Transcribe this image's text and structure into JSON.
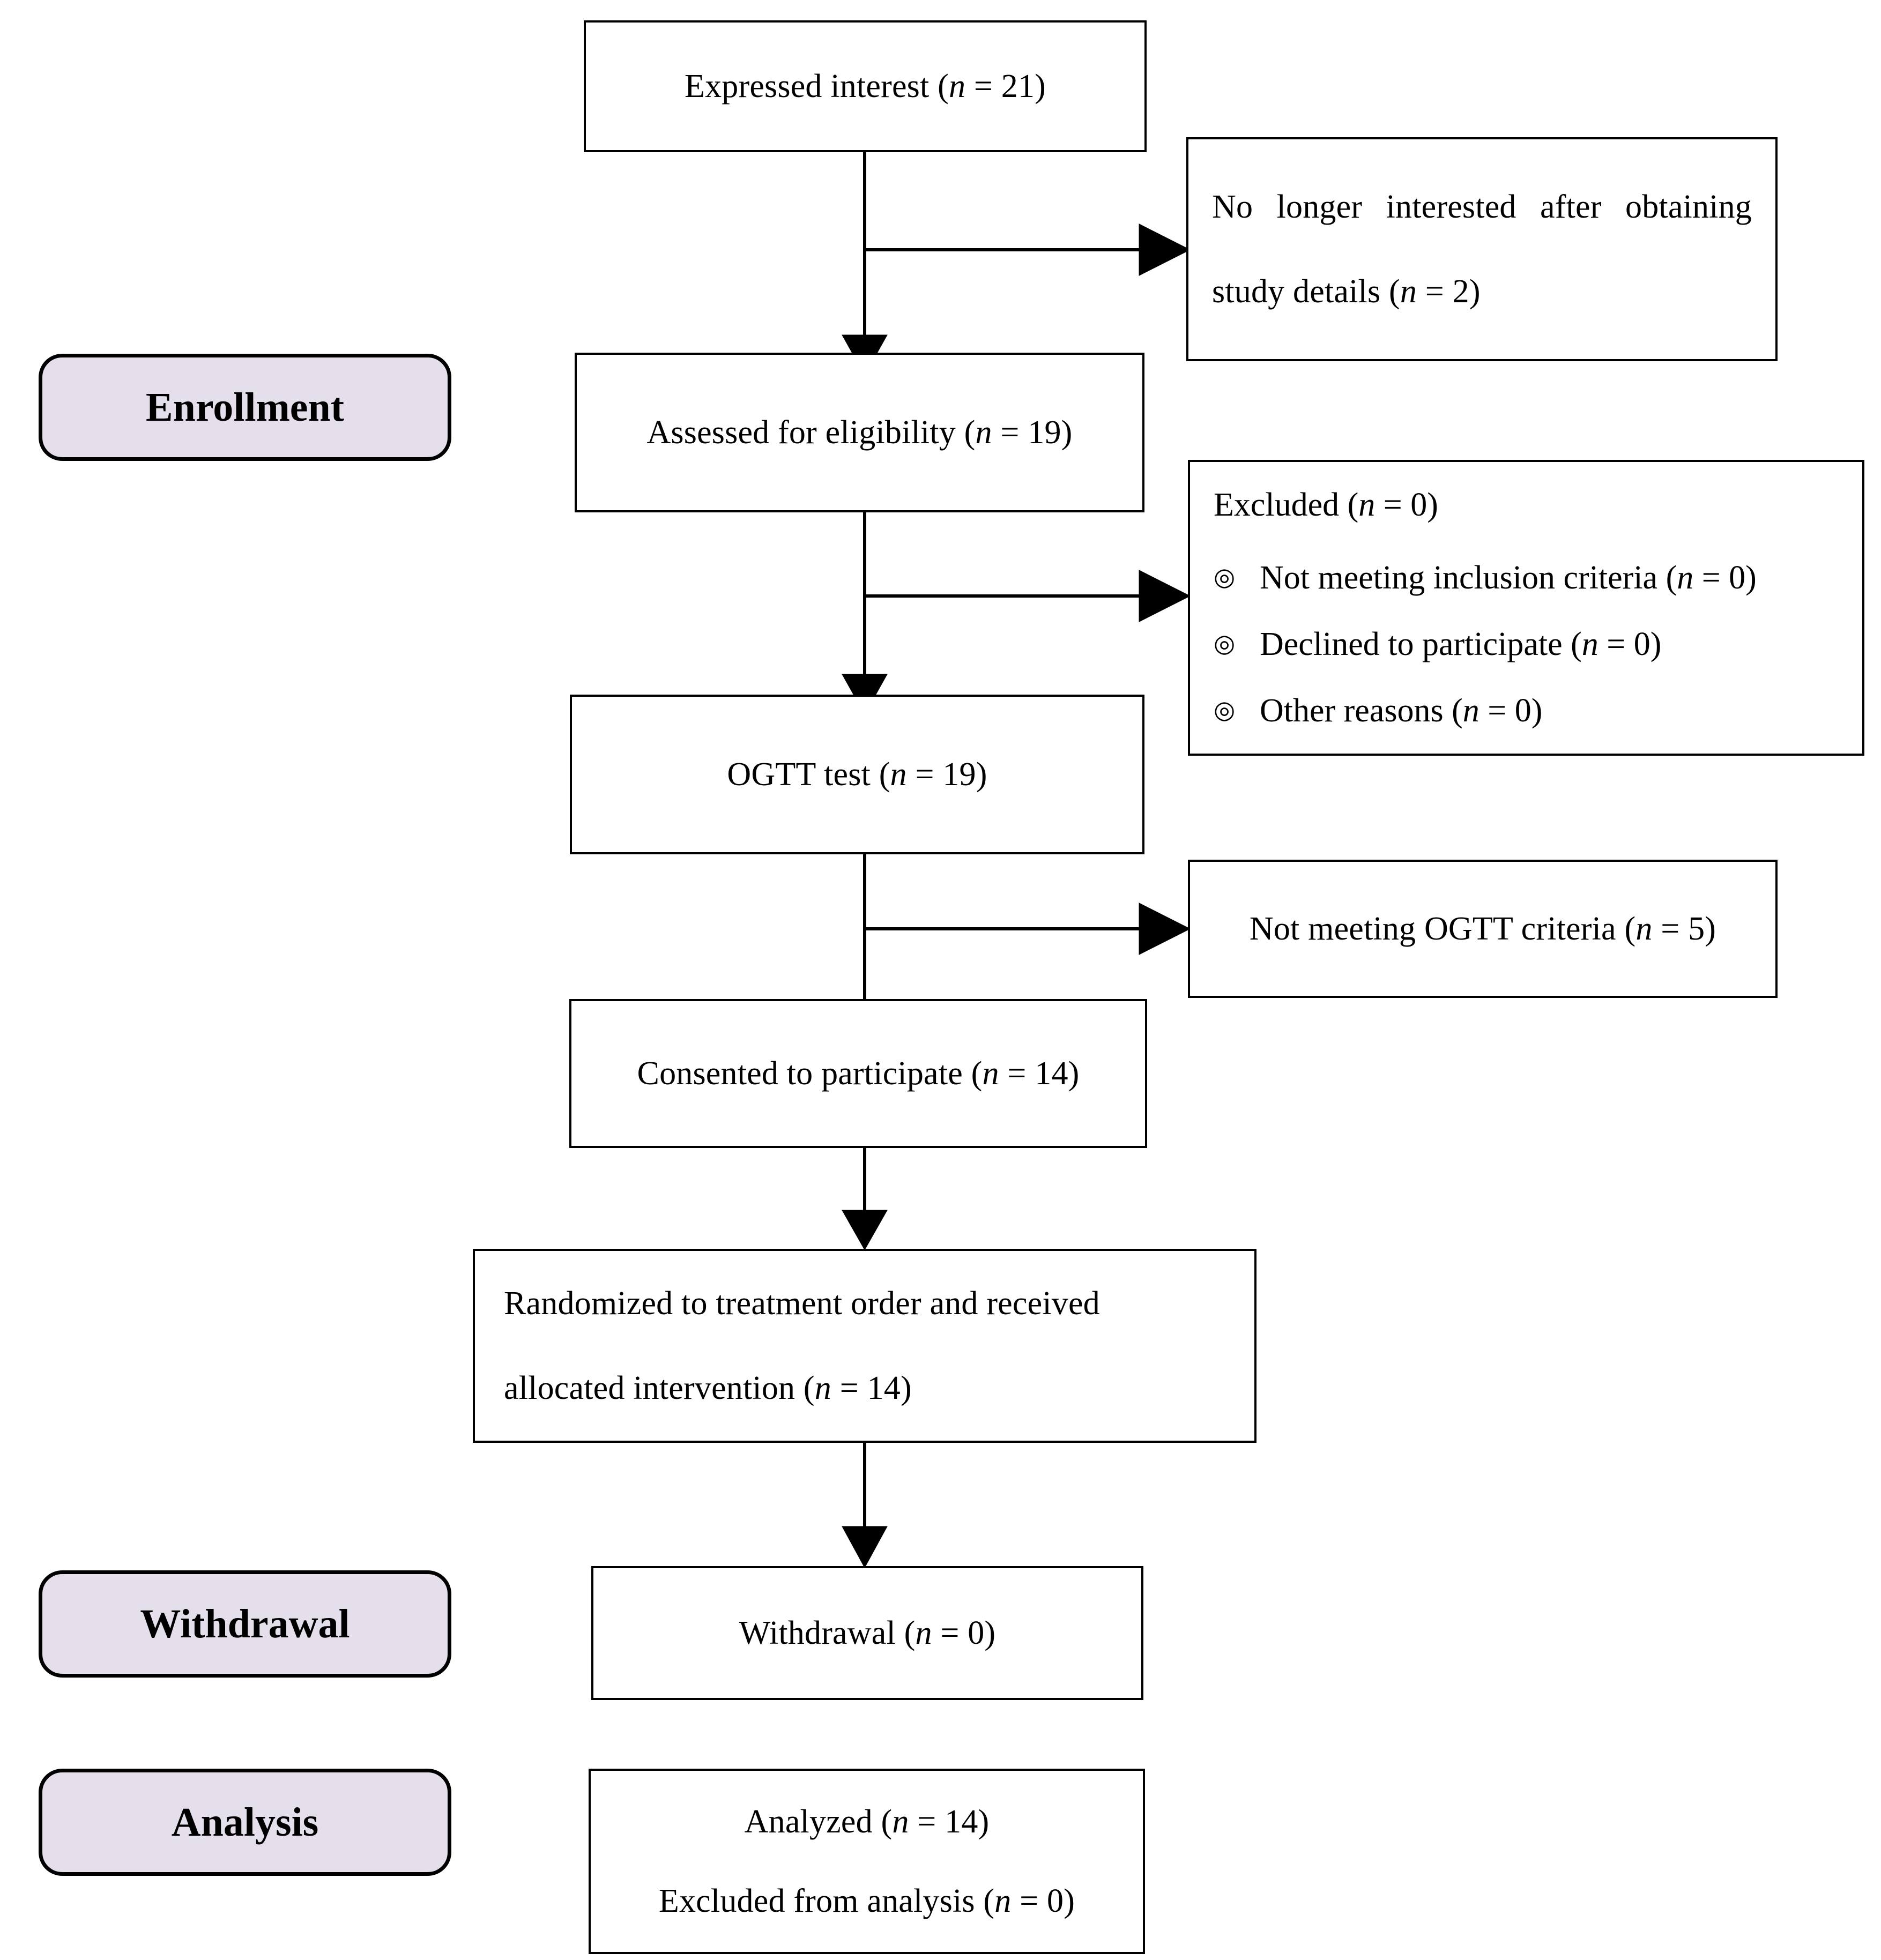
{
  "diagram": {
    "title": "CONSORT participant flow diagram",
    "accent_fill": "#E4DFEB",
    "stroke": "#000000",
    "bullet_glyph": "◎"
  },
  "stages": [
    {
      "id": "enrollment",
      "label": "Enrollment"
    },
    {
      "id": "withdrawal",
      "label": "Withdrawal"
    },
    {
      "id": "analysis",
      "label": "Analysis"
    }
  ],
  "nodes": {
    "expressed_interest": {
      "text": "Expressed interest (",
      "n_italic": "n",
      "n_value": " = 21)"
    },
    "no_longer_interested": {
      "line1": "No longer interested after obtaining",
      "line2_pre": "study details (",
      "line2_n": "n",
      "line2_post": " = 2)"
    },
    "assessed": {
      "text": "Assessed for eligibility (",
      "n_italic": "n",
      "n_value": " = 19)"
    },
    "excluded": {
      "heading_pre": "Excluded (",
      "heading_n": "n",
      "heading_post": " = 0)",
      "items": [
        {
          "text_pre": "Not meeting inclusion criteria (",
          "n": "n",
          "text_post": " = 0)"
        },
        {
          "text_pre": "Declined to participate (",
          "n": "n",
          "text_post": " = 0)"
        },
        {
          "text_pre": "Other reasons (",
          "n": "n",
          "text_post": " = 0)"
        }
      ]
    },
    "ogtt": {
      "text": "OGTT test (",
      "n_italic": "n",
      "n_value": " = 19)"
    },
    "not_meeting_ogtt": {
      "text": "Not meeting OGTT criteria (",
      "n_italic": "n",
      "n_value": " = 5)"
    },
    "consented": {
      "text": "Consented to participate (",
      "n_italic": "n",
      "n_value": " = 14)"
    },
    "randomized": {
      "line1": "Randomized to treatment order and received",
      "line2_pre": "allocated intervention (",
      "line2_n": "n",
      "line2_post": " = 14)"
    },
    "withdrawal": {
      "text": "Withdrawal (",
      "n_italic": "n",
      "n_value": " = 0)"
    },
    "analysis": {
      "line1_pre": "Analyzed (",
      "line1_n": "n",
      "line1_post": " = 14)",
      "line2_pre": "Excluded from analysis (",
      "line2_n": "n",
      "line2_post": " = 0)"
    }
  }
}
